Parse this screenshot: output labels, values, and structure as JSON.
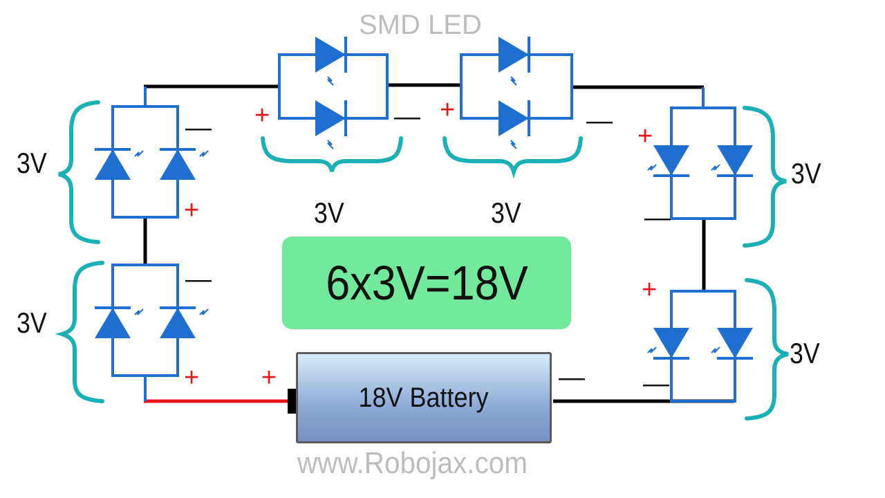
{
  "title": "SMD LED",
  "equation": "6x3V=18V",
  "battery": {
    "label": "18V Battery",
    "positive": "+",
    "negative": "—"
  },
  "watermark": "www.Robojax.com",
  "groups": [
    {
      "id": "left-top",
      "voltage": "3V",
      "plus": "+",
      "minus": "—",
      "leds": 2
    },
    {
      "id": "left-bottom",
      "voltage": "3V",
      "plus": "+",
      "minus": "—",
      "leds": 2
    },
    {
      "id": "top-left",
      "voltage": "3V",
      "plus": "+",
      "minus": "—",
      "leds": 2
    },
    {
      "id": "top-right",
      "voltage": "3V",
      "plus": "+",
      "minus": "—",
      "leds": 2
    },
    {
      "id": "right-top",
      "voltage": "3V",
      "plus": "+",
      "minus": "—",
      "leds": 2
    },
    {
      "id": "right-bottom",
      "voltage": "3V",
      "plus": "+",
      "minus": "—",
      "leds": 2
    }
  ],
  "colors": {
    "led": "#1f6fd1",
    "wire": "#000000",
    "positive_wire": "#e8141c",
    "brace": "#1ab0b4",
    "equation_bg": "#72e89c"
  }
}
